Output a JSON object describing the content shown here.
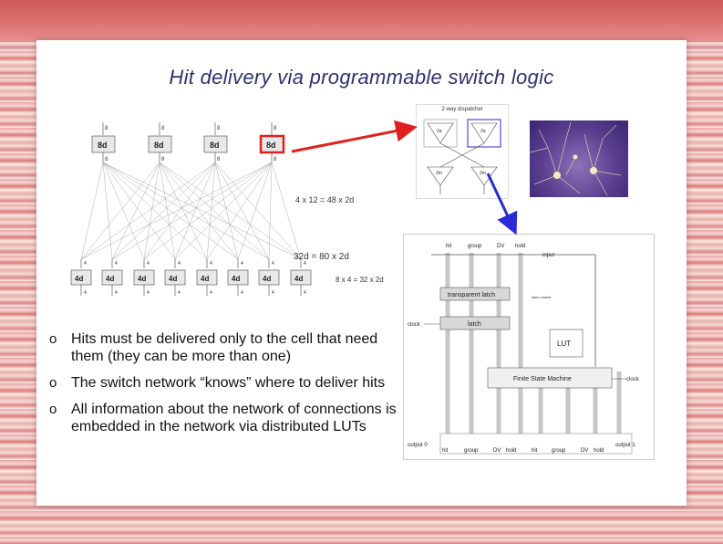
{
  "title": "Hit delivery via programmable switch logic",
  "bullets": [
    {
      "mark": "o",
      "text": "Hits must be delivered only to the cell that need them (they can be more than one)"
    },
    {
      "mark": "o",
      "text": "The switch network “knows” where to deliver hits"
    },
    {
      "mark": "o",
      "text": "All information about the network of connections is embedded in the network via distributed LUTs"
    }
  ],
  "diagram": {
    "top_inputs": [
      "8",
      "8",
      "8",
      "8"
    ],
    "top_blocks": [
      "8d",
      "8d",
      "8d",
      "8d"
    ],
    "top_outputs": [
      "8",
      "8",
      "8",
      "8"
    ],
    "top_eq": "4 x 12  = 48 x 2d",
    "mid_eq": "32d =  80 x 2d",
    "bottom_inputs": [
      "4",
      "4",
      "4",
      "4",
      "4",
      "4",
      "4",
      "4"
    ],
    "bottom_blocks": [
      "4d",
      "4d",
      "4d",
      "4d",
      "4d",
      "4d",
      "4d",
      "4d"
    ],
    "bottom_outputs": [
      "4",
      "4",
      "4",
      "4",
      "4",
      "4",
      "4",
      "4"
    ],
    "bottom_eq": "8 x 4 = 32 x 2d"
  },
  "dispatcher": {
    "title": "2-way dispatcher",
    "node_a": "2a",
    "node_b": "2a",
    "node_c": "2m",
    "node_d": "2m"
  },
  "fsm": {
    "labels_top": [
      "hit",
      "group",
      "DV",
      "hold"
    ],
    "input": "input",
    "transparent_latch": "transparent latch",
    "latch_enable": "latch enable",
    "clock_left": "clock",
    "latch": "latch",
    "lut": "LUT",
    "fsm": "Finite State Machine",
    "clock_right": "clock",
    "output0": "output 0",
    "output1": "output 1",
    "out_labels_a": [
      "hit",
      "group",
      "DV",
      "hold"
    ],
    "out_labels_b": [
      "hit",
      "group",
      "DV",
      "hold"
    ]
  },
  "colors": {
    "title": "#2d3270",
    "highlight": "#e02020",
    "arrow_blue": "#2a2ad8"
  }
}
